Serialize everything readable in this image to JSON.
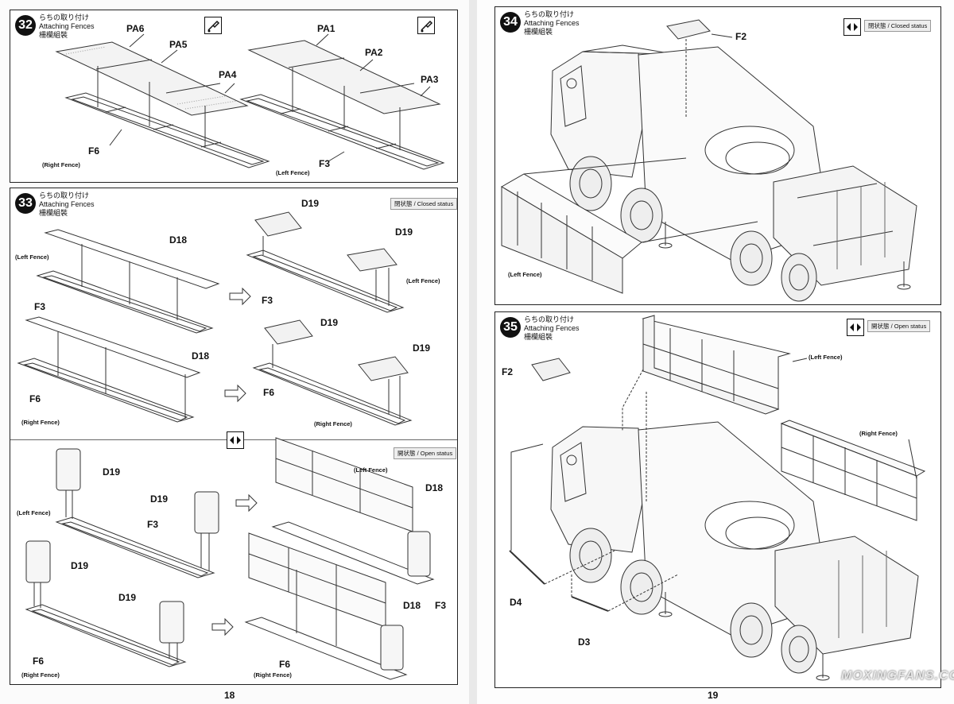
{
  "pages": {
    "left_number": "18",
    "right_number": "19"
  },
  "common": {
    "title_jp": "らちの取り付け",
    "title_en": "Attaching Fences",
    "title_cn": "柵欄組裝",
    "closed_status": "閉状態 / Closed status",
    "open_status": "開状態 / Open status",
    "left_fence": "(Left Fence)",
    "right_fence": "(Right Fence)"
  },
  "step32": {
    "number": "32",
    "parts": [
      "PA6",
      "PA5",
      "PA4",
      "PA1",
      "PA2",
      "PA3",
      "F6",
      "F3"
    ]
  },
  "step33": {
    "number": "33",
    "parts": [
      "D18",
      "F3",
      "D18",
      "F6",
      "D19",
      "D19",
      "F3",
      "D19",
      "D19",
      "F6",
      "D19",
      "D19",
      "F3",
      "D19",
      "D19",
      "F6",
      "D18",
      "D18",
      "F3",
      "F6"
    ]
  },
  "step34": {
    "number": "34",
    "parts": [
      "F2"
    ]
  },
  "step35": {
    "number": "35",
    "parts": [
      "F2",
      "D4",
      "D3"
    ]
  },
  "watermark": "MOXINGFANS.COM",
  "colors": {
    "line": "#333333",
    "ink": "#111111",
    "status_bg": "#eeeeee"
  }
}
